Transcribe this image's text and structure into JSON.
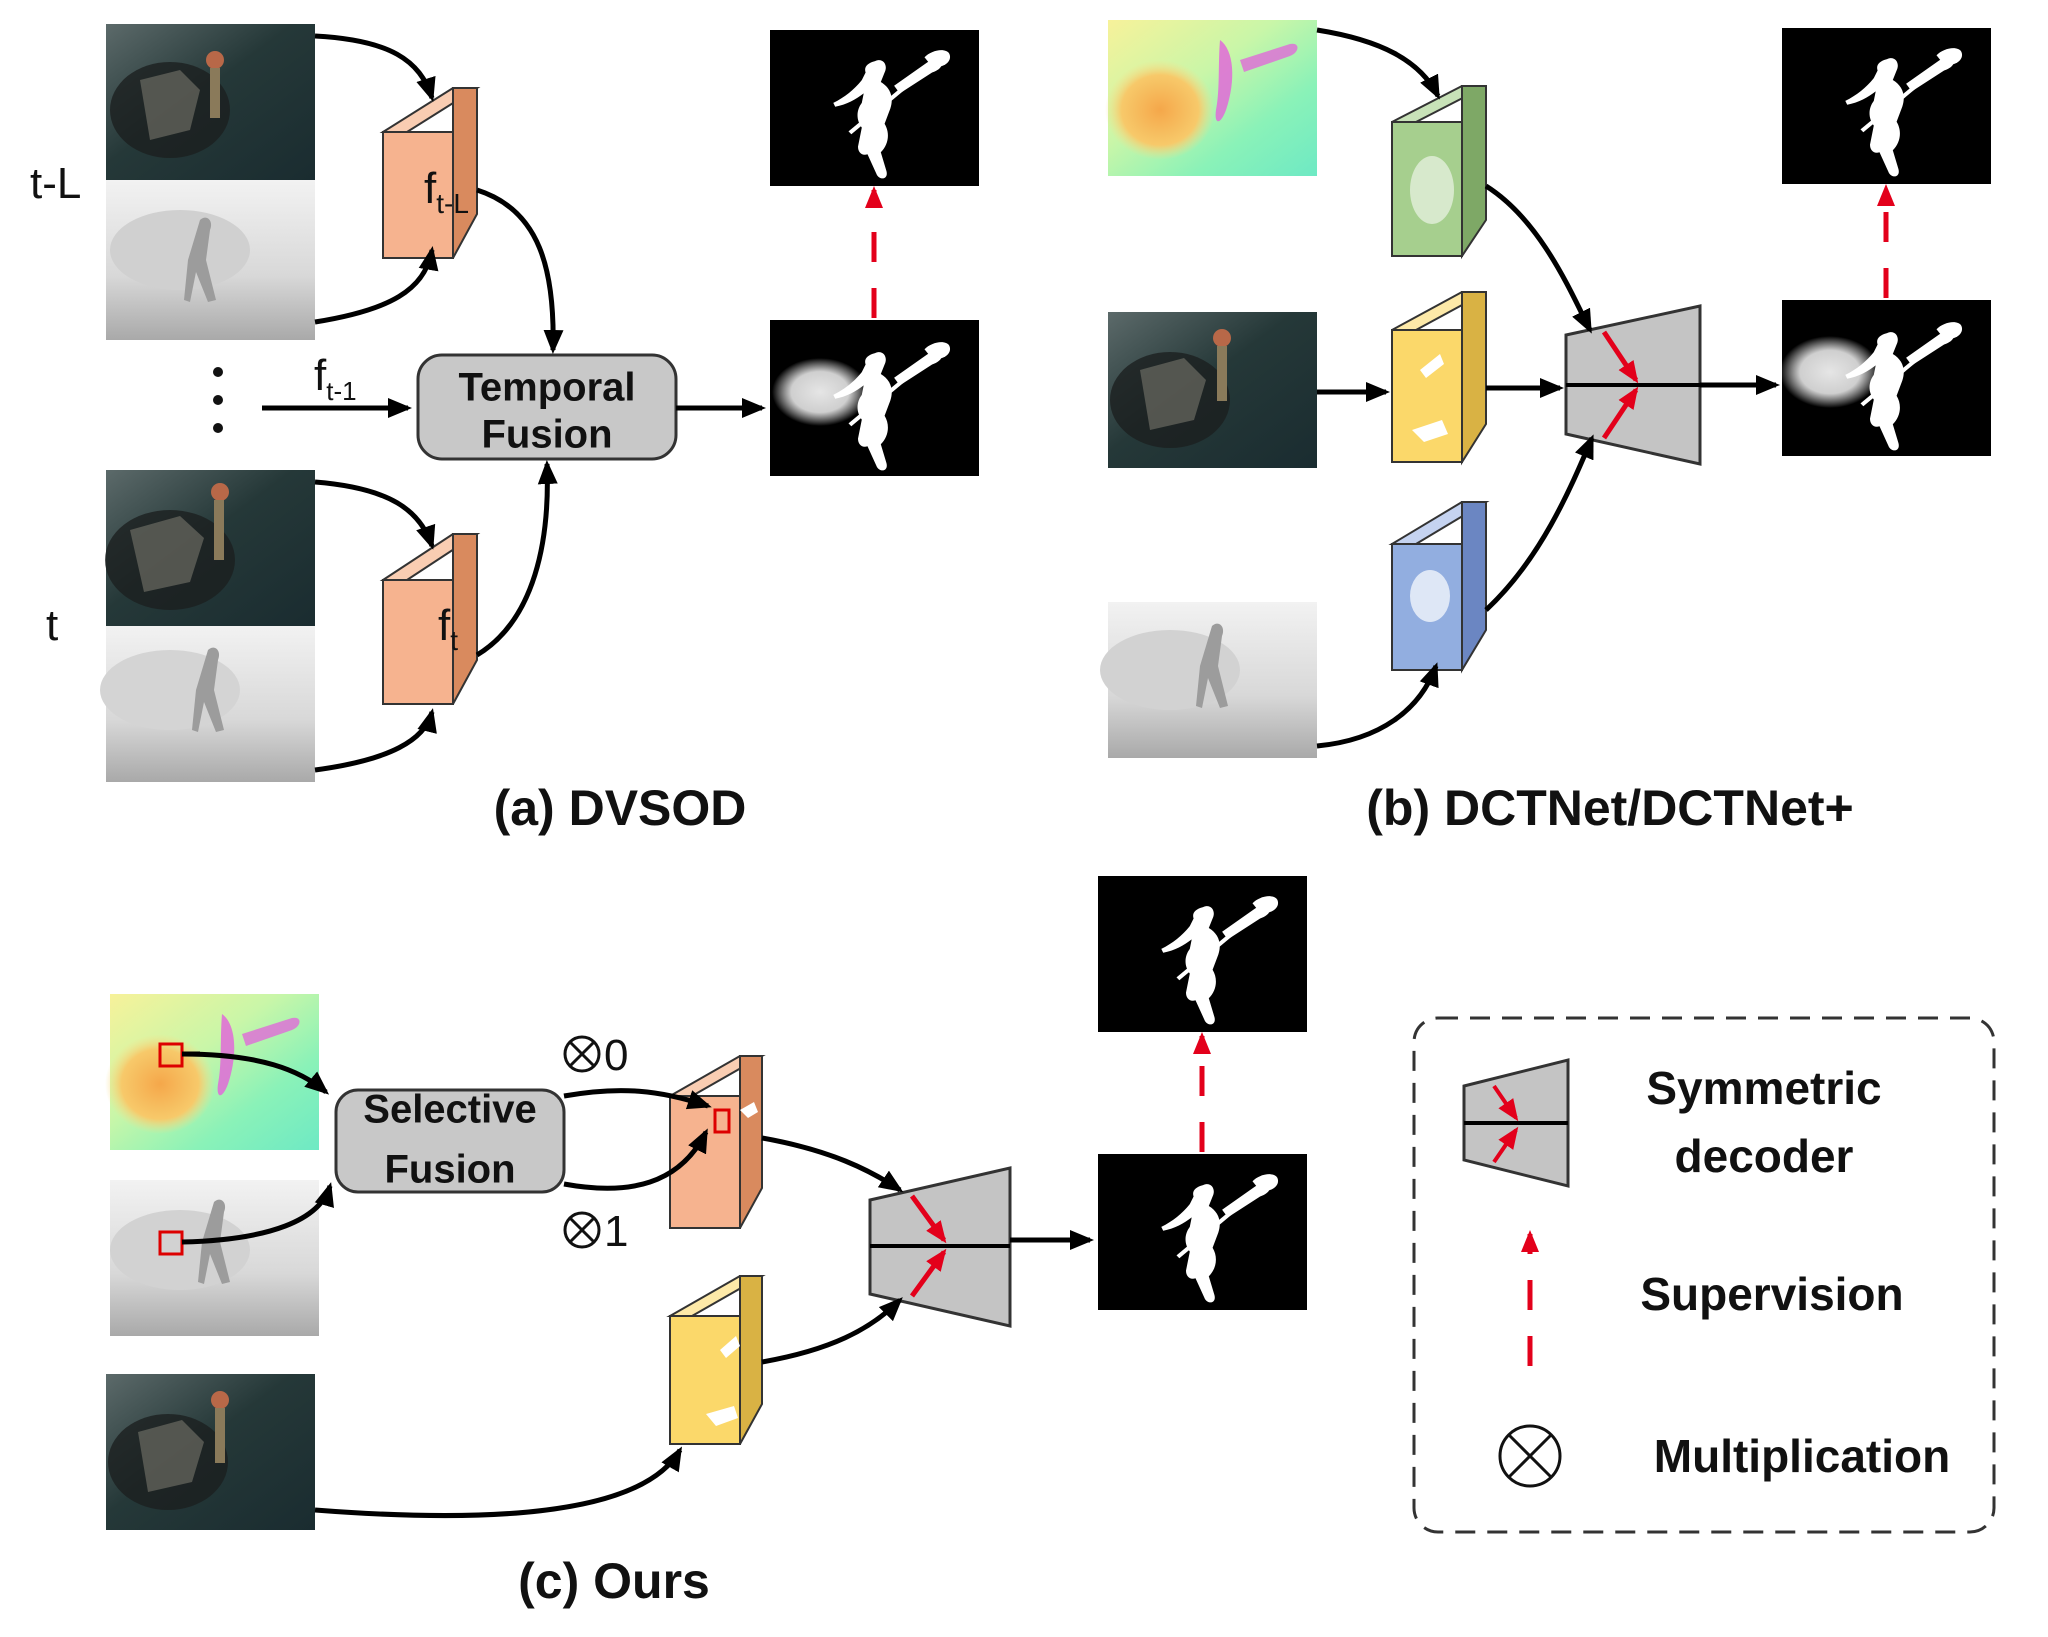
{
  "panels": {
    "a": {
      "caption": "(a) DVSOD",
      "row_label_top": "t-L",
      "row_label_bottom": "t",
      "feature_top": "f",
      "feature_top_sub": "t-L",
      "feature_bottom": "f",
      "feature_bottom_sub": "t",
      "prev_feature": "f",
      "prev_feature_sub": "t-1",
      "fusion_line1": "Temporal",
      "fusion_line2": "Fusion"
    },
    "b": {
      "caption": "(b) DCTNet/DCTNet+"
    },
    "c": {
      "caption": "(c) Ours",
      "fusion_line1": "Selective",
      "fusion_line2": "Fusion",
      "mult_zero": "0",
      "mult_one": "1"
    }
  },
  "legend": {
    "decoder_line1": "Symmetric",
    "decoder_line2": "decoder",
    "supervision": "Supervision",
    "multiplication": "Multiplication"
  },
  "colors": {
    "feature_orange": "#f6b38f",
    "feature_green": "#a6cf8e",
    "feature_yellow": "#fbd86a",
    "feature_blue": "#92aee0",
    "fusion_box": "#c8c8c8",
    "decoder": "#c4c4c4",
    "supervision_arrow": "#e3001b"
  }
}
